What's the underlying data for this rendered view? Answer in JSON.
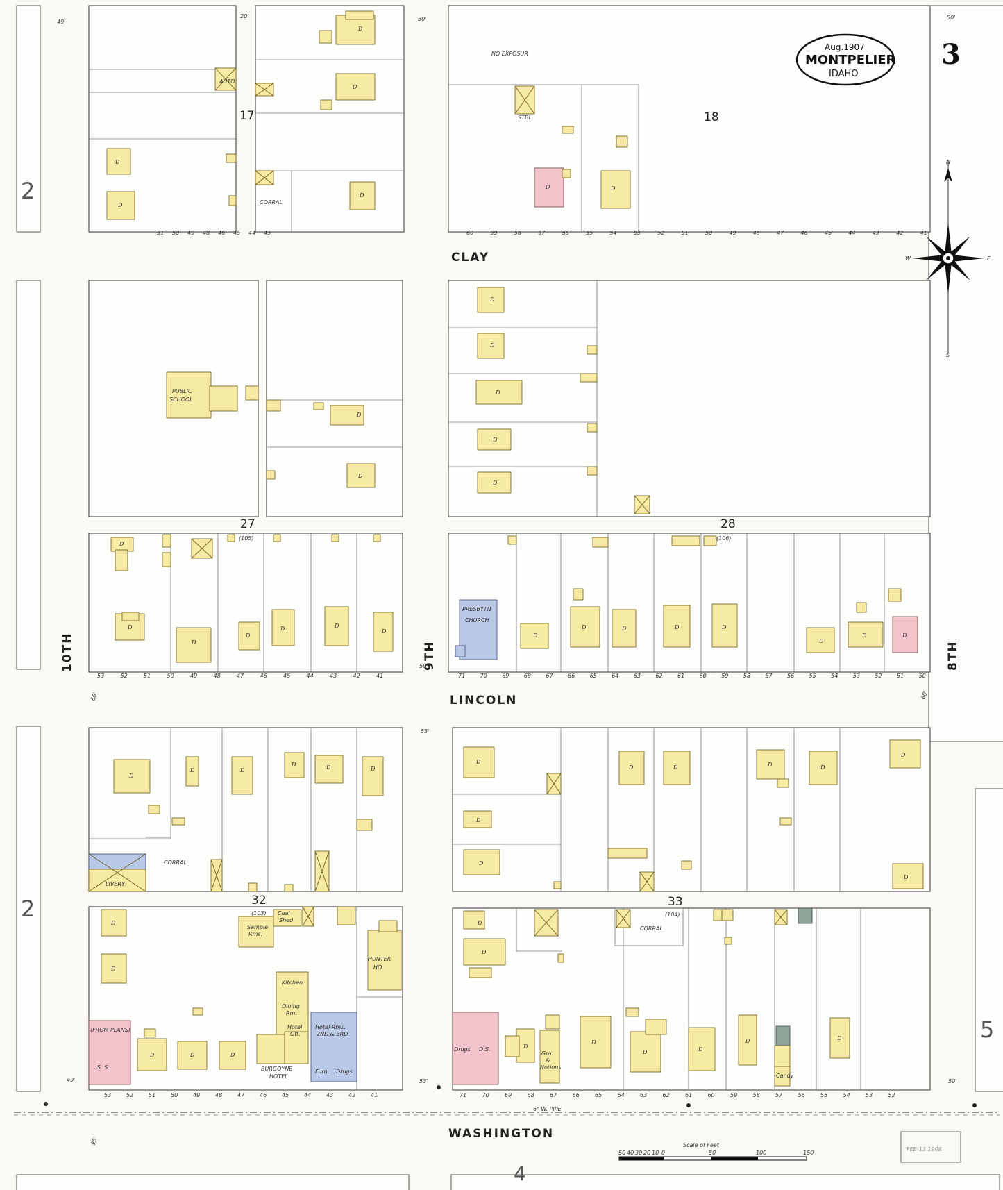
{
  "sheet": {
    "sheet_number": "3",
    "date": "Aug.1907",
    "city": "MONTPELIER",
    "state": "IDAHO",
    "adjacent_sheets": {
      "left_top": "2",
      "left_bottom": "2",
      "right": "5",
      "bottom": "4"
    }
  },
  "streets": {
    "clay": "CLAY",
    "lincoln": "LINCOLN",
    "washington": "WASHINGTON",
    "tenth": "10TH",
    "ninth": "9TH",
    "eighth": "8TH"
  },
  "blocks": [
    "17",
    "18",
    "27",
    "28",
    "32",
    "33"
  ],
  "block_refs": {
    "b27": "(105)",
    "b28": "(106)",
    "b32": "(103)",
    "b33": "(104)"
  },
  "labels": {
    "public_school": [
      "PUBLIC",
      "SCHOOL"
    ],
    "church": [
      "PRESBYTN",
      "CHURCH"
    ],
    "livery": "LIVERY",
    "corral": "CORRAL",
    "hunter_ho": [
      "HUNTER",
      "HO."
    ],
    "burgoyne_hotel": [
      "BURGOYNE",
      "HOTEL"
    ],
    "sample_rms": [
      "Sample",
      "Rms."
    ],
    "coal_shed": [
      "Coal",
      "Shed"
    ],
    "kitchen": "Kitchen",
    "dining_rm": [
      "Dining",
      "Rm."
    ],
    "hotel_off": [
      "Hotel",
      "Off."
    ],
    "hotel_rms": [
      "Hotel Rms.",
      "2ND & 3RD"
    ],
    "furn_drugs": [
      "Furn.",
      "Drugs"
    ],
    "from_plans": "(FROM PLANS)",
    "ss": "S. S.",
    "drugs_ds": [
      "Drugs",
      "D.S."
    ],
    "gro_notions": [
      "Gro.",
      "&",
      "Notions"
    ],
    "candy": "Candy",
    "no_exposure": "NO   EXPOSUR",
    "w_pipe": "6\" W. PIPE",
    "dwelling": "D",
    "auto": "AUTO",
    "stable": "STBL"
  },
  "widths": {
    "w49": "49'",
    "w50": "50'",
    "w53": "53'",
    "w60": "60'",
    "w95": "95'",
    "w20": "20'"
  },
  "scale": {
    "title": "Scale of Feet",
    "marks": [
      "50",
      "40",
      "30",
      "20",
      "10",
      "0",
      "50",
      "100",
      "150"
    ]
  },
  "compass": {
    "n": "N",
    "s": "S",
    "e": "E",
    "w": "W"
  },
  "stamp": "FEB 13 1908",
  "colors": {
    "frame_yellow": "#f5eba2",
    "brick_pink": "#f2c3cb",
    "stone_blue": "#b9c8e6"
  },
  "lot_numbers": {
    "b17_bottom": [
      "51",
      "50",
      "49",
      "48",
      "46",
      "45",
      "44",
      "43"
    ],
    "b18_bottom": [
      "60",
      "59",
      "58",
      "57",
      "56",
      "55",
      "54",
      "53",
      "52",
      "51",
      "50",
      "49",
      "48",
      "47",
      "46",
      "45",
      "44",
      "43",
      "42",
      "41"
    ],
    "b27_bottom": [
      "53",
      "52",
      "51",
      "50",
      "49",
      "48",
      "47",
      "46",
      "45",
      "44",
      "43",
      "42",
      "41"
    ],
    "b28_bottom": [
      "71",
      "70",
      "69",
      "68",
      "67",
      "66",
      "65",
      "64",
      "63",
      "62",
      "61",
      "60",
      "59",
      "58",
      "57",
      "56",
      "55",
      "54",
      "53",
      "52",
      "51",
      "50"
    ],
    "b32_bottom": [
      "53",
      "52",
      "51",
      "50",
      "49",
      "48",
      "47",
      "46",
      "45",
      "44",
      "43",
      "42",
      "41"
    ],
    "b33_bottom": [
      "71",
      "70",
      "69",
      "68",
      "67",
      "66",
      "65",
      "64",
      "63",
      "62",
      "61",
      "60",
      "59",
      "58",
      "57",
      "56",
      "55",
      "54",
      "53",
      "52"
    ]
  }
}
